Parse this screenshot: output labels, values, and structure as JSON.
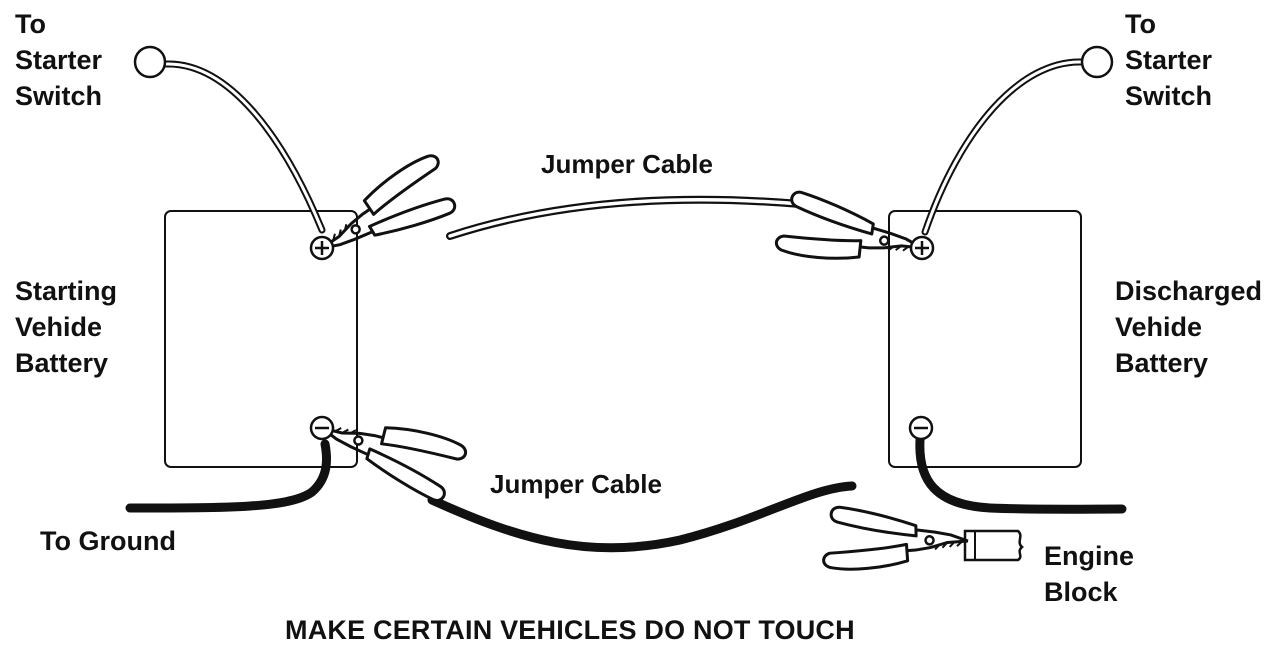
{
  "labels": {
    "starter_left": [
      "To",
      "Starter",
      "Switch"
    ],
    "starter_right": [
      "To",
      "Starter",
      "Switch"
    ],
    "starting_battery": [
      "Starting",
      "Vehide",
      "Battery"
    ],
    "discharged_battery": [
      "Discharged",
      "Vehide",
      "Battery"
    ],
    "jumper_top": "Jumper Cable",
    "jumper_bottom": "Jumper Cable",
    "to_ground": "To Ground",
    "engine_block": [
      "Engine",
      "Block"
    ],
    "footer": "MAKE CERTAIN VEHICLES DO NOT TOUCH"
  },
  "icons": {
    "positive_terminal": "plus-terminal-icon",
    "negative_terminal": "minus-terminal-icon",
    "clamp": "alligator-clamp-icon"
  },
  "colors": {
    "ink": "#111111",
    "background": "#ffffff"
  }
}
